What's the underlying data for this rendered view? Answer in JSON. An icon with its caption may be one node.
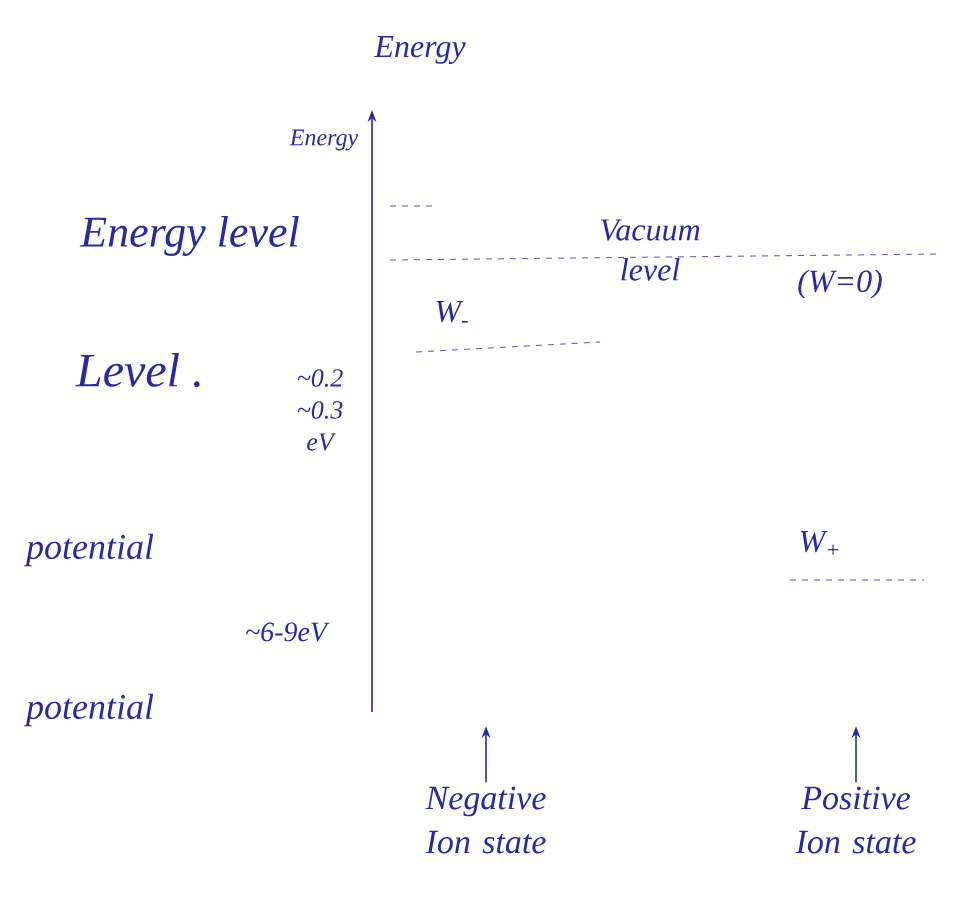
{
  "diagram": {
    "nodes": [
      {
        "text": [
          "Negative Ion state"
        ]
      },
      {
        "text": [
          "Positive Ion state"
        ]
      }
    ],
    "edges": [
      {
        "from": 0,
        "to": null,
        "arrow": "to"
      },
      {
        "from": 1,
        "to": null,
        "arrow": "to"
      }
    ],
    "labels": [
      "Energy",
      "Energy",
      "Energy level",
      "Level .",
      "~0.2 ~0.3 eV",
      "Vacuum level",
      "(W=0)",
      "W$_{-}$",
      "potential",
      "W$_{+}$",
      "~6-9eV",
      "potential"
    ]
  }
}
